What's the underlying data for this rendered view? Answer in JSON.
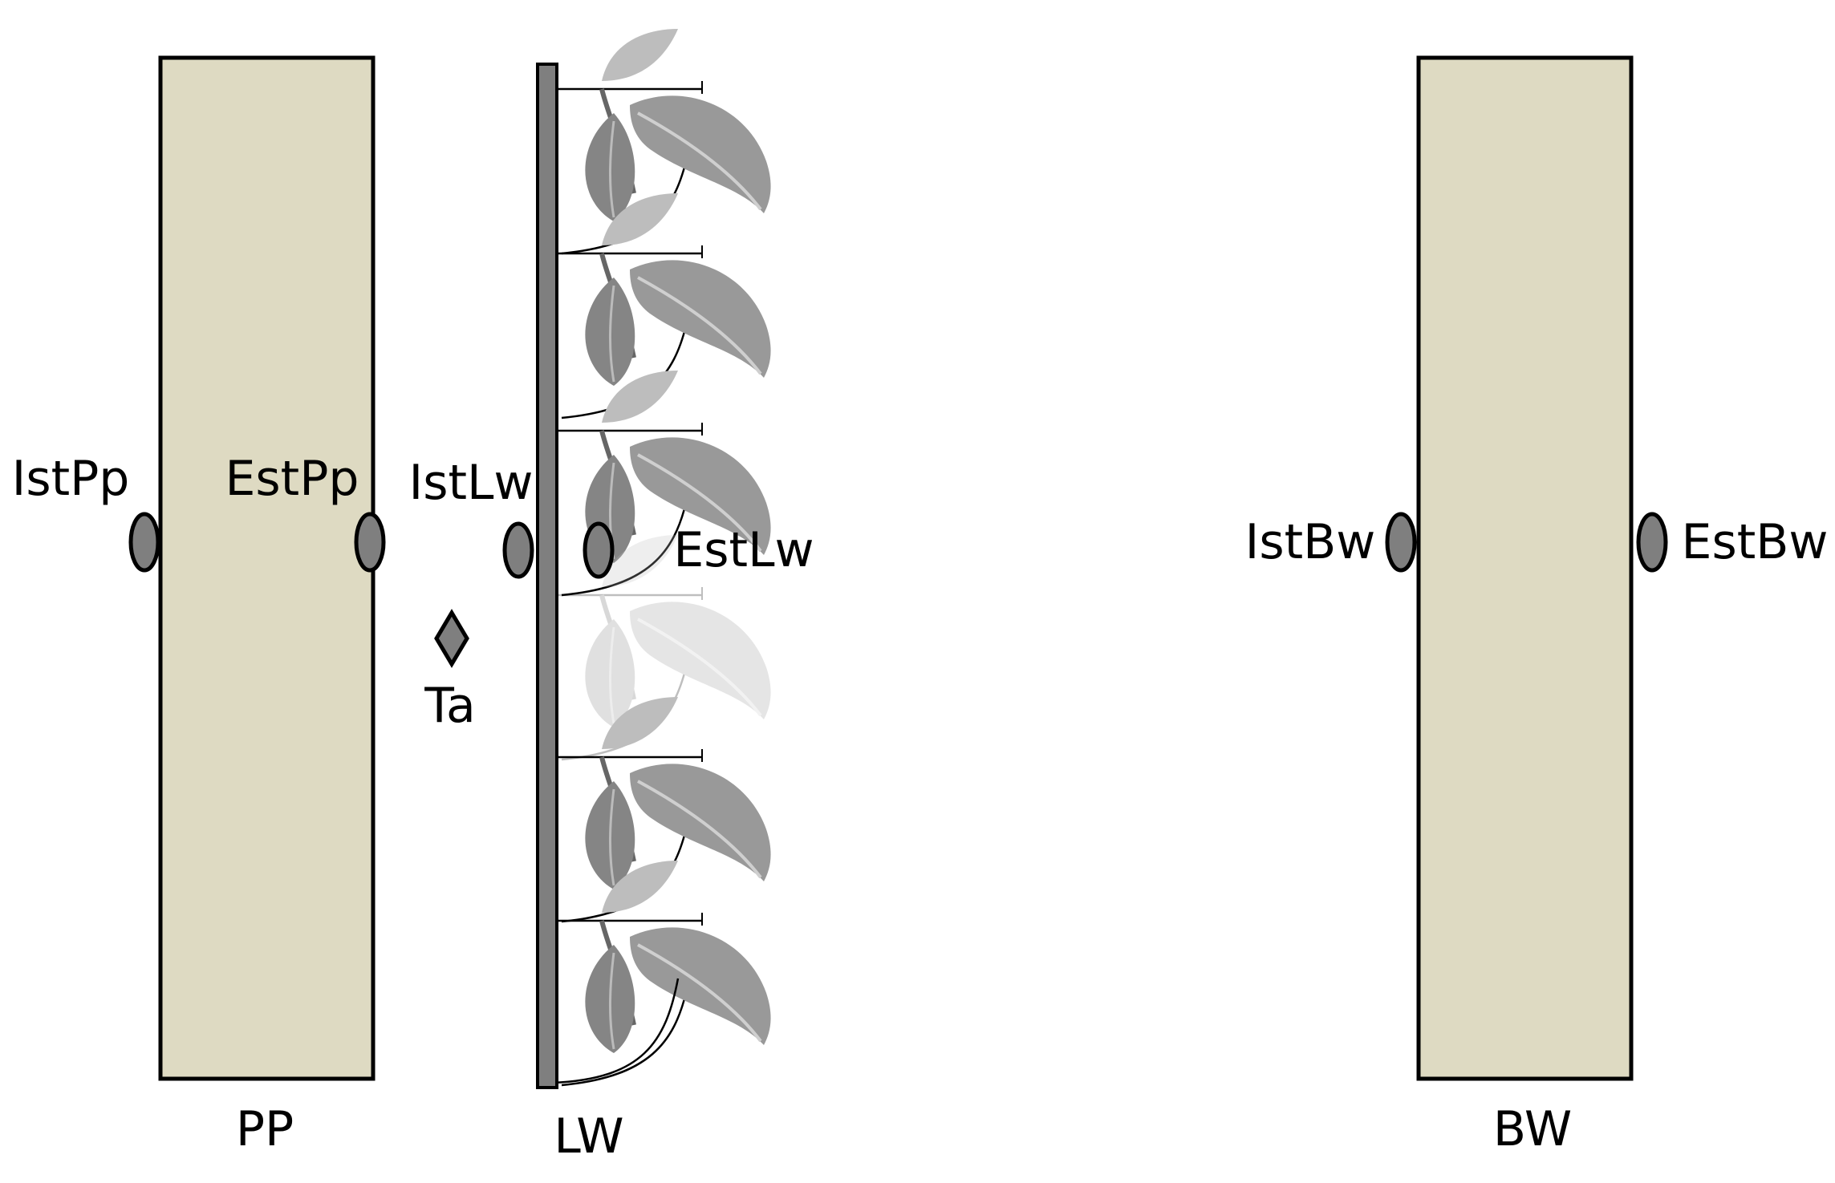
{
  "colors": {
    "wall_fill": "#dedac2",
    "wall_stroke": "#000000",
    "sensor_fill": "#7f7f7f",
    "frame_fill": "#7f7f7f",
    "leaf_fill": "#8a8a8a",
    "leaf_fill_faded": "#e6e6e6"
  },
  "walls": {
    "pp": {
      "label": "PP",
      "sensor_inner": "IstPp",
      "sensor_outer": "EstPp"
    },
    "lw": {
      "label": "LW",
      "sensor_inner": "IstLw",
      "sensor_outer": "EstLw"
    },
    "bw": {
      "label": "BW",
      "sensor_inner": "IstBw",
      "sensor_outer": "EstBw"
    }
  },
  "air_sensor": {
    "label": "Ta",
    "icon": "diamond-icon"
  }
}
